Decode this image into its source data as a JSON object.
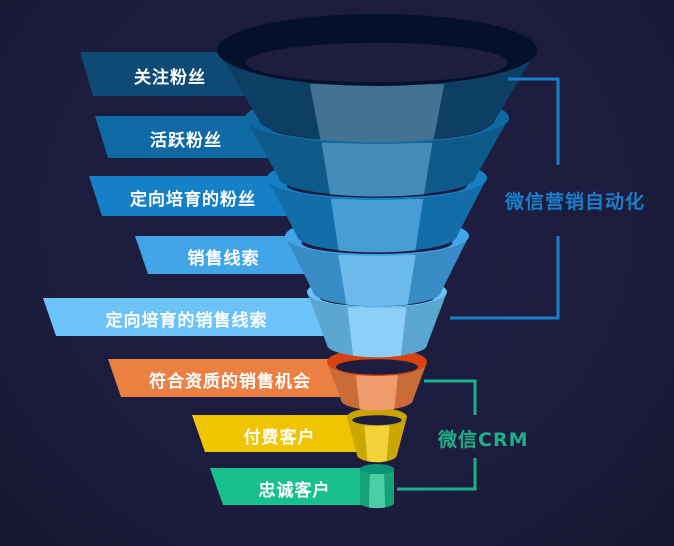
{
  "diagram": {
    "type": "sales-funnel",
    "stages": [
      {
        "label": "关注粉丝",
        "color": "#0e4a75",
        "group": "wechat_marketing_automation"
      },
      {
        "label": "活跃粉丝",
        "color": "#0f6aa4",
        "group": "wechat_marketing_automation"
      },
      {
        "label": "定向培育的粉丝",
        "color": "#1580c6",
        "group": "wechat_marketing_automation"
      },
      {
        "label": "销售线索",
        "color": "#42a5e8",
        "group": "wechat_marketing_automation"
      },
      {
        "label": "定向培育的销售线索",
        "color": "#6cc3f7",
        "group": "wechat_marketing_automation"
      },
      {
        "label": "符合资质的销售机会",
        "color": "#ec7f42",
        "group": "wechat_crm"
      },
      {
        "label": "付费客户",
        "color": "#efc400",
        "group": "wechat_crm"
      },
      {
        "label": "忠诚客户",
        "color": "#17c08c",
        "group": "wechat_crm"
      }
    ],
    "groups": {
      "wechat_marketing_automation": {
        "label": "微信营销自动化",
        "color": "#1a7fc9"
      },
      "wechat_crm": {
        "label": "微信CRM",
        "color": "#1fb088"
      }
    }
  }
}
